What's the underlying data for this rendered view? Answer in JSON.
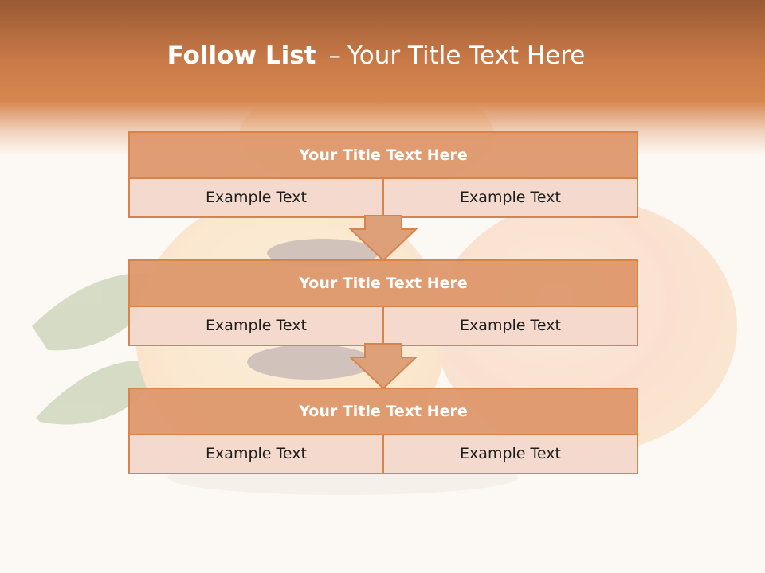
{
  "slide": {
    "title_bold": "Follow List",
    "title_dash": "–",
    "title_rest": "Your Title Text Here"
  },
  "stages": [
    {
      "title": "Your Title Text Here",
      "left": "Example Text",
      "right": "Example Text"
    },
    {
      "title": "Your Title Text Here",
      "left": "Example Text",
      "right": "Example Text"
    },
    {
      "title": "Your Title Text Here",
      "left": "Example Text",
      "right": "Example Text"
    }
  ],
  "colors": {
    "accent": "#d8834c",
    "title_fill": "#de9669",
    "cell_fill": "#f3d8cb",
    "header": "#c97a48"
  },
  "background_image": "apricot halves with leaves"
}
